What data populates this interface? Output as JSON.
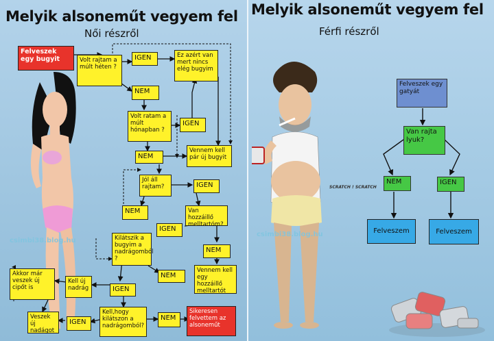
{
  "left": {
    "title": "Melyik alsoneműt vegyem fel",
    "subtitle": "Női részről",
    "watermark": "csimbi38.blog.hu",
    "boxes": {
      "start": "Felveszek egy bugyit",
      "q1": "Volt rajtam a múlt héten ?",
      "igen1": "IGEN",
      "azert": "Ez azért van mert nincs elég bugyim",
      "nem1": "NEM",
      "q2": "Volt ratam a múlt hónapban ?",
      "igen2": "IGEN",
      "nem2": "NEM",
      "vennem": "Vennem kell pár új bugyit",
      "q3": "Jól áll rajtam?",
      "igen3": "IGEN",
      "nem3": "NEM",
      "q4": "Van hozzáillő melltartóm?",
      "igen4": "IGEN",
      "kilatszik": "Kilátszik a bugyim a nadrágomból ?",
      "nem4": "NEM",
      "vennemmell": "Vennem kell egy hozzáillő melltartót",
      "nem5": "NEM",
      "akkor": "Akkor már veszek új cipőt is",
      "kellnadrag": "Kell új nadrág",
      "igen5": "IGEN",
      "veszek": "Veszek új nadágot",
      "igen6": "IGEN",
      "kellhogy": "Kell,hogy kilátszon a nadrágomból?",
      "nem6": "NEM",
      "siker": "Sikeresen felvettem az alsoneműt"
    }
  },
  "right": {
    "title": "Melyik alsoneműt vegyem fel",
    "subtitle": "Férfi részről",
    "watermark": "csimbi38.blog.hu",
    "scratch": "SCRATCH ! SCRATCH",
    "boxes": {
      "start": "Felveszek egy gatyát",
      "q": "Van rajta lyuk?",
      "nem": "NEM",
      "igen": "IGEN",
      "fel1": "Felveszem",
      "fel2": "Felveszem"
    }
  },
  "colors": {
    "yellow": "#fff22a",
    "red": "#e8332b",
    "blue": "#6e8fd0",
    "green": "#46c845",
    "cyan": "#37a9e6"
  }
}
